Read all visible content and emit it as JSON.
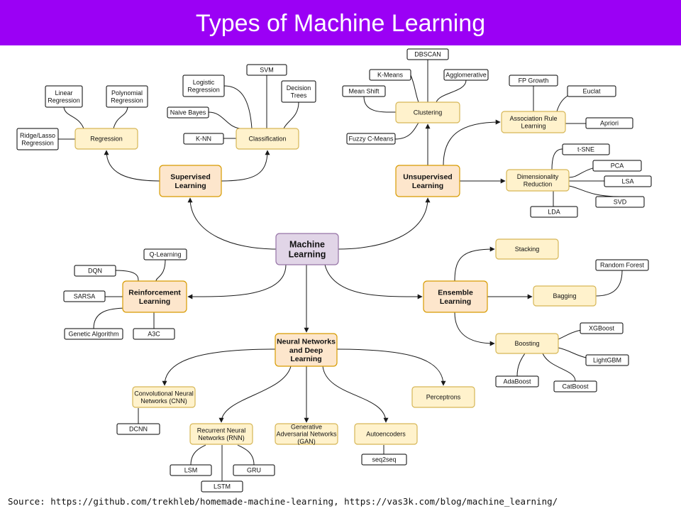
{
  "title": "Types of Machine Learning",
  "source": "Source: https://github.com/trekhleb/homemade-machine-learning, https://vas3k.com/blog/machine_learning/",
  "colors": {
    "title_bar": "#9b00f5",
    "root_fill": "#e1d5e7",
    "root_stroke": "#9673a6",
    "main_fill": "#fde6cc",
    "main_stroke": "#d79b00",
    "sub_fill": "#fff2cc",
    "sub_stroke": "#d6b656",
    "leaf_fill": "#ffffff",
    "leaf_stroke": "#000000",
    "edge": "#1a1a1a"
  },
  "nodes": {
    "root": [
      "Machine",
      "Learning"
    ],
    "supervised": [
      "Supervised",
      "Learning"
    ],
    "unsupervised": [
      "Unsupervised",
      "Learning"
    ],
    "reinforcement": [
      "Reinforcement",
      "Learning"
    ],
    "ensemble": [
      "Ensemble",
      "Learning"
    ],
    "neural": [
      "Neural Networks",
      "and Deep",
      "Learning"
    ],
    "regression": [
      "Regression"
    ],
    "classification": [
      "Classification"
    ],
    "clustering": [
      "Clustering"
    ],
    "association": [
      "Association Rule",
      "Learning"
    ],
    "dimensionality": [
      "Dimensionality",
      "Reduction"
    ],
    "stacking": [
      "Stacking"
    ],
    "bagging": [
      "Bagging"
    ],
    "boosting": [
      "Boosting"
    ],
    "cnn": [
      "Convolutional Neural",
      "Networks (CNN)"
    ],
    "rnn": [
      "Recurrent Neural",
      "Networks (RNN)"
    ],
    "gan": [
      "Generative",
      "Adversarial Networks",
      "(GAN)"
    ],
    "autoencoders": [
      "Autoencoders"
    ],
    "perceptrons": [
      "Perceptrons"
    ],
    "linear_regression": [
      "Linear",
      "Regression"
    ],
    "polynomial_regression": [
      "Polynomial",
      "Regression"
    ],
    "ridge_lasso": [
      "Ridge/Lasso",
      "Regression"
    ],
    "logistic_regression": [
      "Logistic",
      "Regression"
    ],
    "svm": [
      "SVM"
    ],
    "decision_trees": [
      "Decision",
      "Trees"
    ],
    "naive_bayes": [
      "Naive Bayes"
    ],
    "knn": [
      "K-NN"
    ],
    "dbscan": [
      "DBSCAN"
    ],
    "kmeans": [
      "K-Means"
    ],
    "agglomerative": [
      "Agglomerative"
    ],
    "mean_shift": [
      "Mean Shift"
    ],
    "fuzzy_cmeans": [
      "Fuzzy C-Means"
    ],
    "fp_growth": [
      "FP Growth"
    ],
    "euclat": [
      "Euclat"
    ],
    "apriori": [
      "Apriori"
    ],
    "tsne": [
      "t-SNE"
    ],
    "pca": [
      "PCA"
    ],
    "lsa": [
      "LSA"
    ],
    "svd": [
      "SVD"
    ],
    "lda": [
      "LDA"
    ],
    "qlearning": [
      "Q-Learning"
    ],
    "dqn": [
      "DQN"
    ],
    "sarsa": [
      "SARSA"
    ],
    "genetic": [
      "Genetic Algorithm"
    ],
    "a3c": [
      "A3C"
    ],
    "random_forest": [
      "Random Forest"
    ],
    "xgboost": [
      "XGBoost"
    ],
    "lightgbm": [
      "LightGBM"
    ],
    "adaboost": [
      "AdaBoost"
    ],
    "catboost": [
      "CatBoost"
    ],
    "dcnn": [
      "DCNN"
    ],
    "lsm": [
      "LSM"
    ],
    "lstm": [
      "LSTM"
    ],
    "gru": [
      "GRU"
    ],
    "seq2seq": [
      "seq2seq"
    ]
  }
}
